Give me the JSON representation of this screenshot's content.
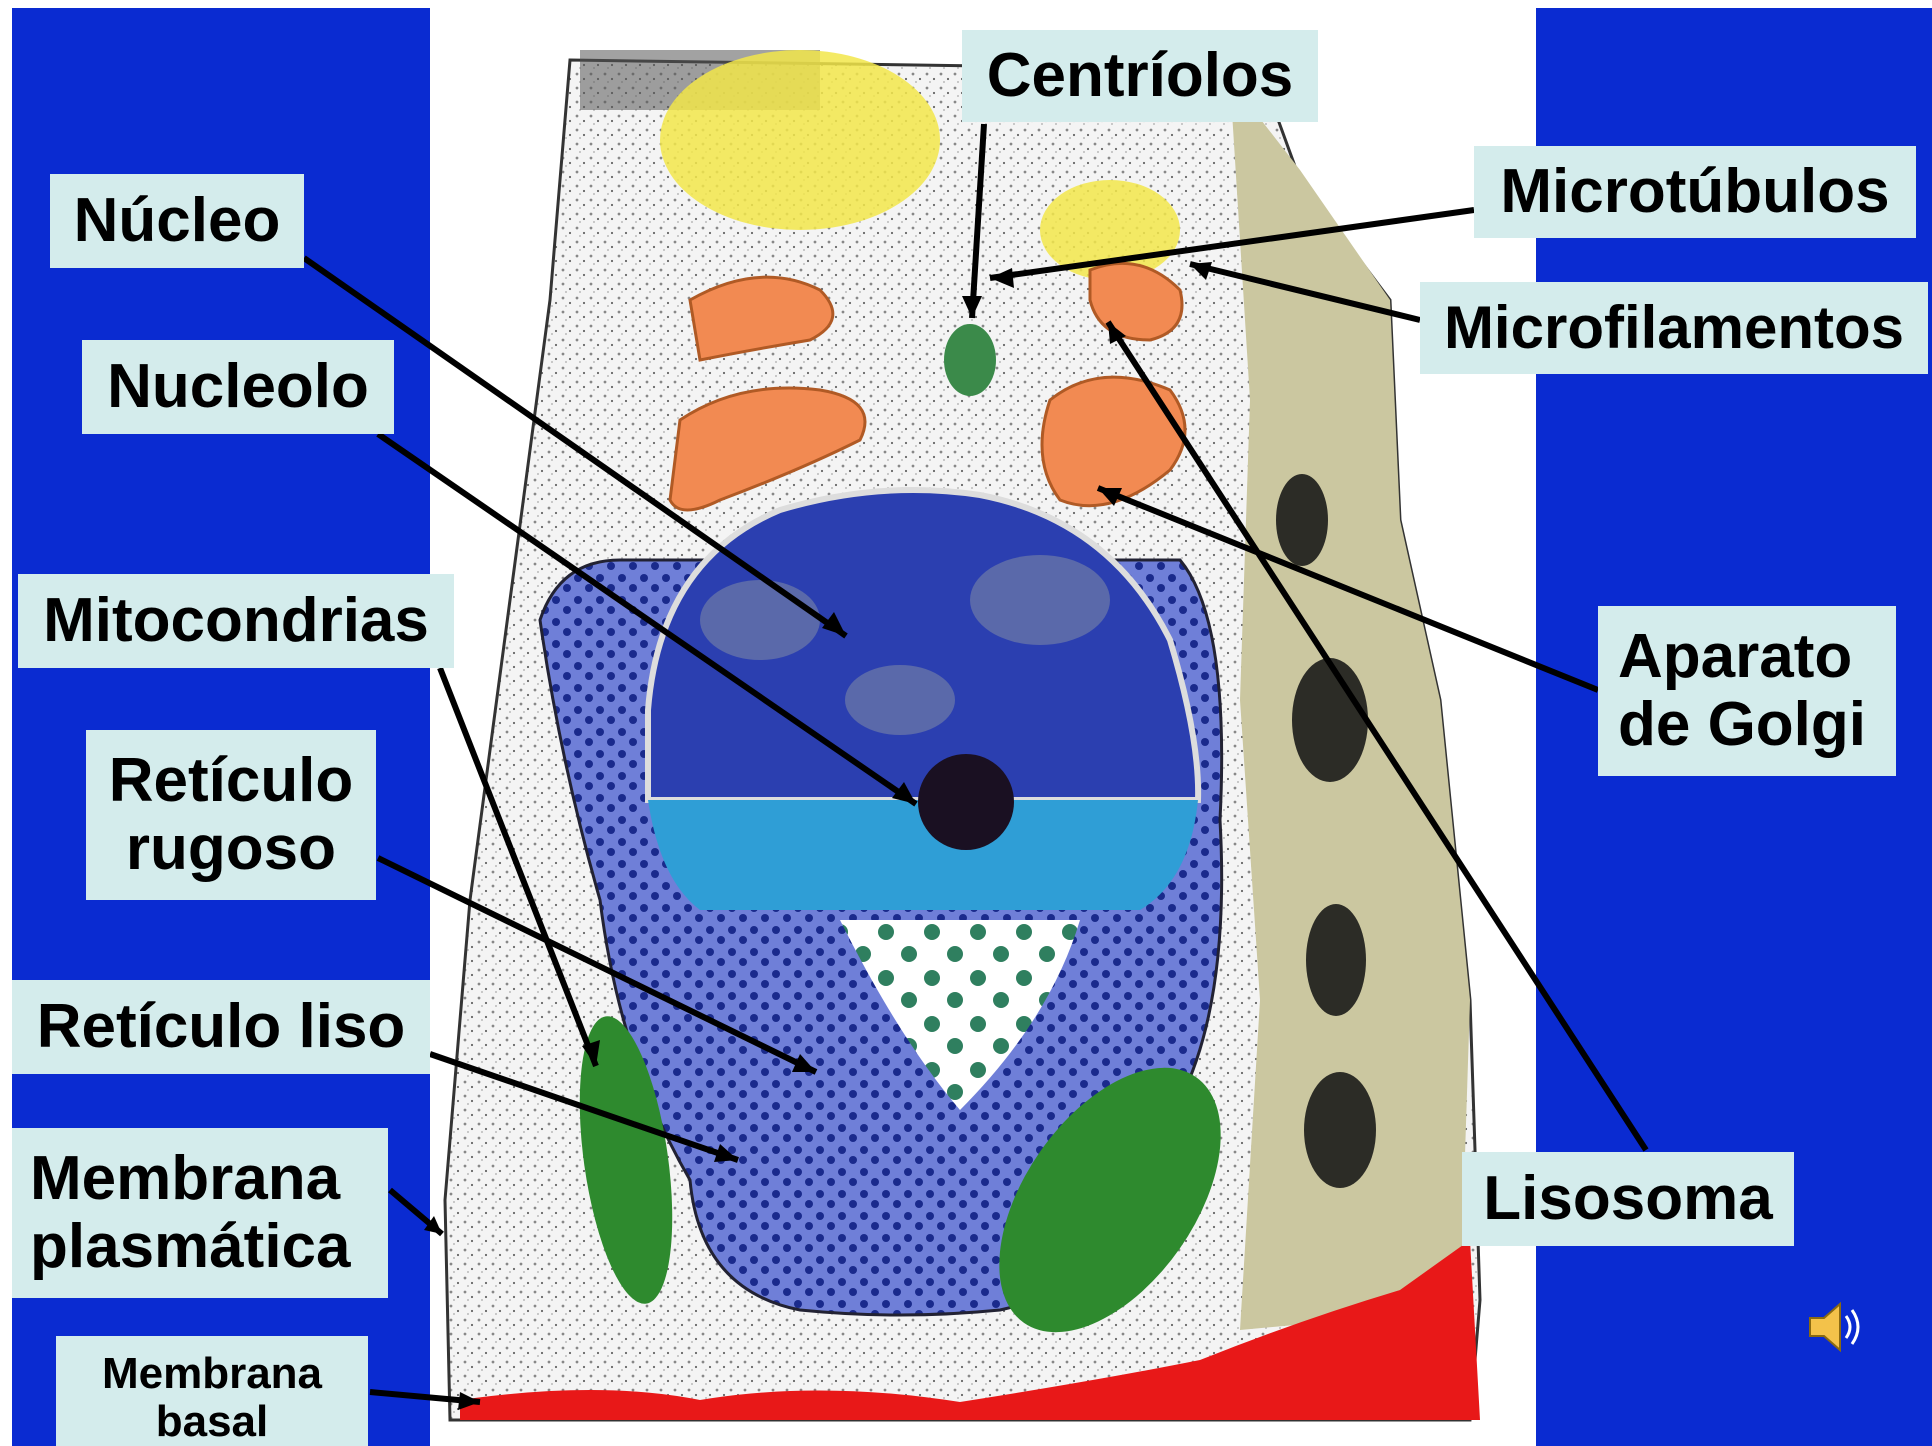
{
  "labels": {
    "centriolos": "Centríolos",
    "microtubulos": "Microtúbulos",
    "microfilamentos": "Microfilamentos",
    "nucleo": "Núcleo",
    "nucleolo": "Nucleolo",
    "mitocondrias": "Mitocondrias",
    "reticulo_rugoso": "Retículo\n rugoso",
    "reticulo_liso": "Retículo liso",
    "membrana_plasmatica": "Membrana\nplasmática",
    "membrana_basal": "Membrana\nbasal",
    "aparato_golgi": "Aparato\nde Golgi",
    "lisosoma": "Lisosoma"
  },
  "colors": {
    "background_panel": "#0a2bd1",
    "label_fill": "#d4ecec",
    "nucleus": "#2b3fb0",
    "nucleus_lower": "#2f9ed6",
    "reticulum": "#6f7fd8",
    "golgi": "#f28a52",
    "mitochondria": "#2e8a2e",
    "basal_membrane": "#e81818",
    "cytoplasm_side": "#cbc7a0",
    "yellow_granules": "#f2e64a"
  },
  "icons": [
    "speaker-icon"
  ]
}
